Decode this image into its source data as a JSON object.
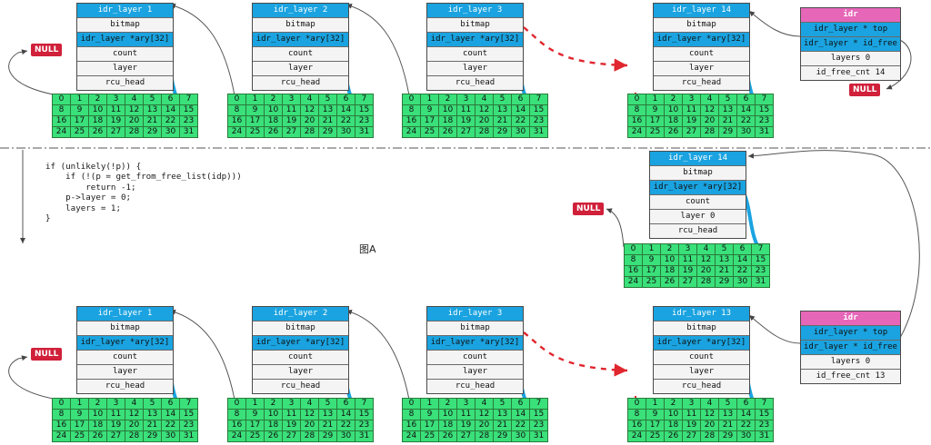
{
  "labels": {
    "null": "NULL",
    "figure": "图A",
    "layer_title": "idr_layer",
    "bitmap": "bitmap",
    "ary": "idr_layer *ary[32]",
    "count": "count",
    "layer": "layer",
    "rcu_head": "rcu_head",
    "idr_title": "idr",
    "idr_top": "idr_layer * top",
    "idr_free": "idr_layer * id_free",
    "idr_layers": "layers 0"
  },
  "code_lines": [
    "if (unlikely(!p)) {",
    "    if (!(p = get_from_free_list(idp)))",
    "        return -1;",
    "    p->layer = 0;",
    "    layers = 1;",
    "}"
  ],
  "slots": [
    "0",
    "1",
    "2",
    "3",
    "4",
    "5",
    "6",
    "7",
    "8",
    "9",
    "10",
    "11",
    "12",
    "13",
    "14",
    "15",
    "16",
    "17",
    "18",
    "19",
    "20",
    "21",
    "22",
    "23",
    "24",
    "25",
    "26",
    "27",
    "28",
    "29",
    "30",
    "31"
  ],
  "layers_top": [
    {
      "title": "idr_layer 1"
    },
    {
      "title": "idr_layer 2"
    },
    {
      "title": "idr_layer 3"
    },
    {
      "title": "idr_layer 14"
    }
  ],
  "layer_mid": {
    "title": "idr_layer 14",
    "layer_row": "layer 0"
  },
  "layers_bottom": [
    {
      "title": "idr_layer 1"
    },
    {
      "title": "idr_layer 2"
    },
    {
      "title": "idr_layer 3"
    },
    {
      "title": "idr_layer 13"
    }
  ],
  "idr_top_box": {
    "free_cnt": "id_free_cnt 14"
  },
  "idr_bottom_box": {
    "free_cnt": "id_free_cnt 13"
  },
  "colors": {
    "header": "#1aa3e0",
    "idr_header": "#e667b8",
    "grid": "#3ae07a",
    "null": "#d0203a",
    "dashed": "#e0262e"
  }
}
